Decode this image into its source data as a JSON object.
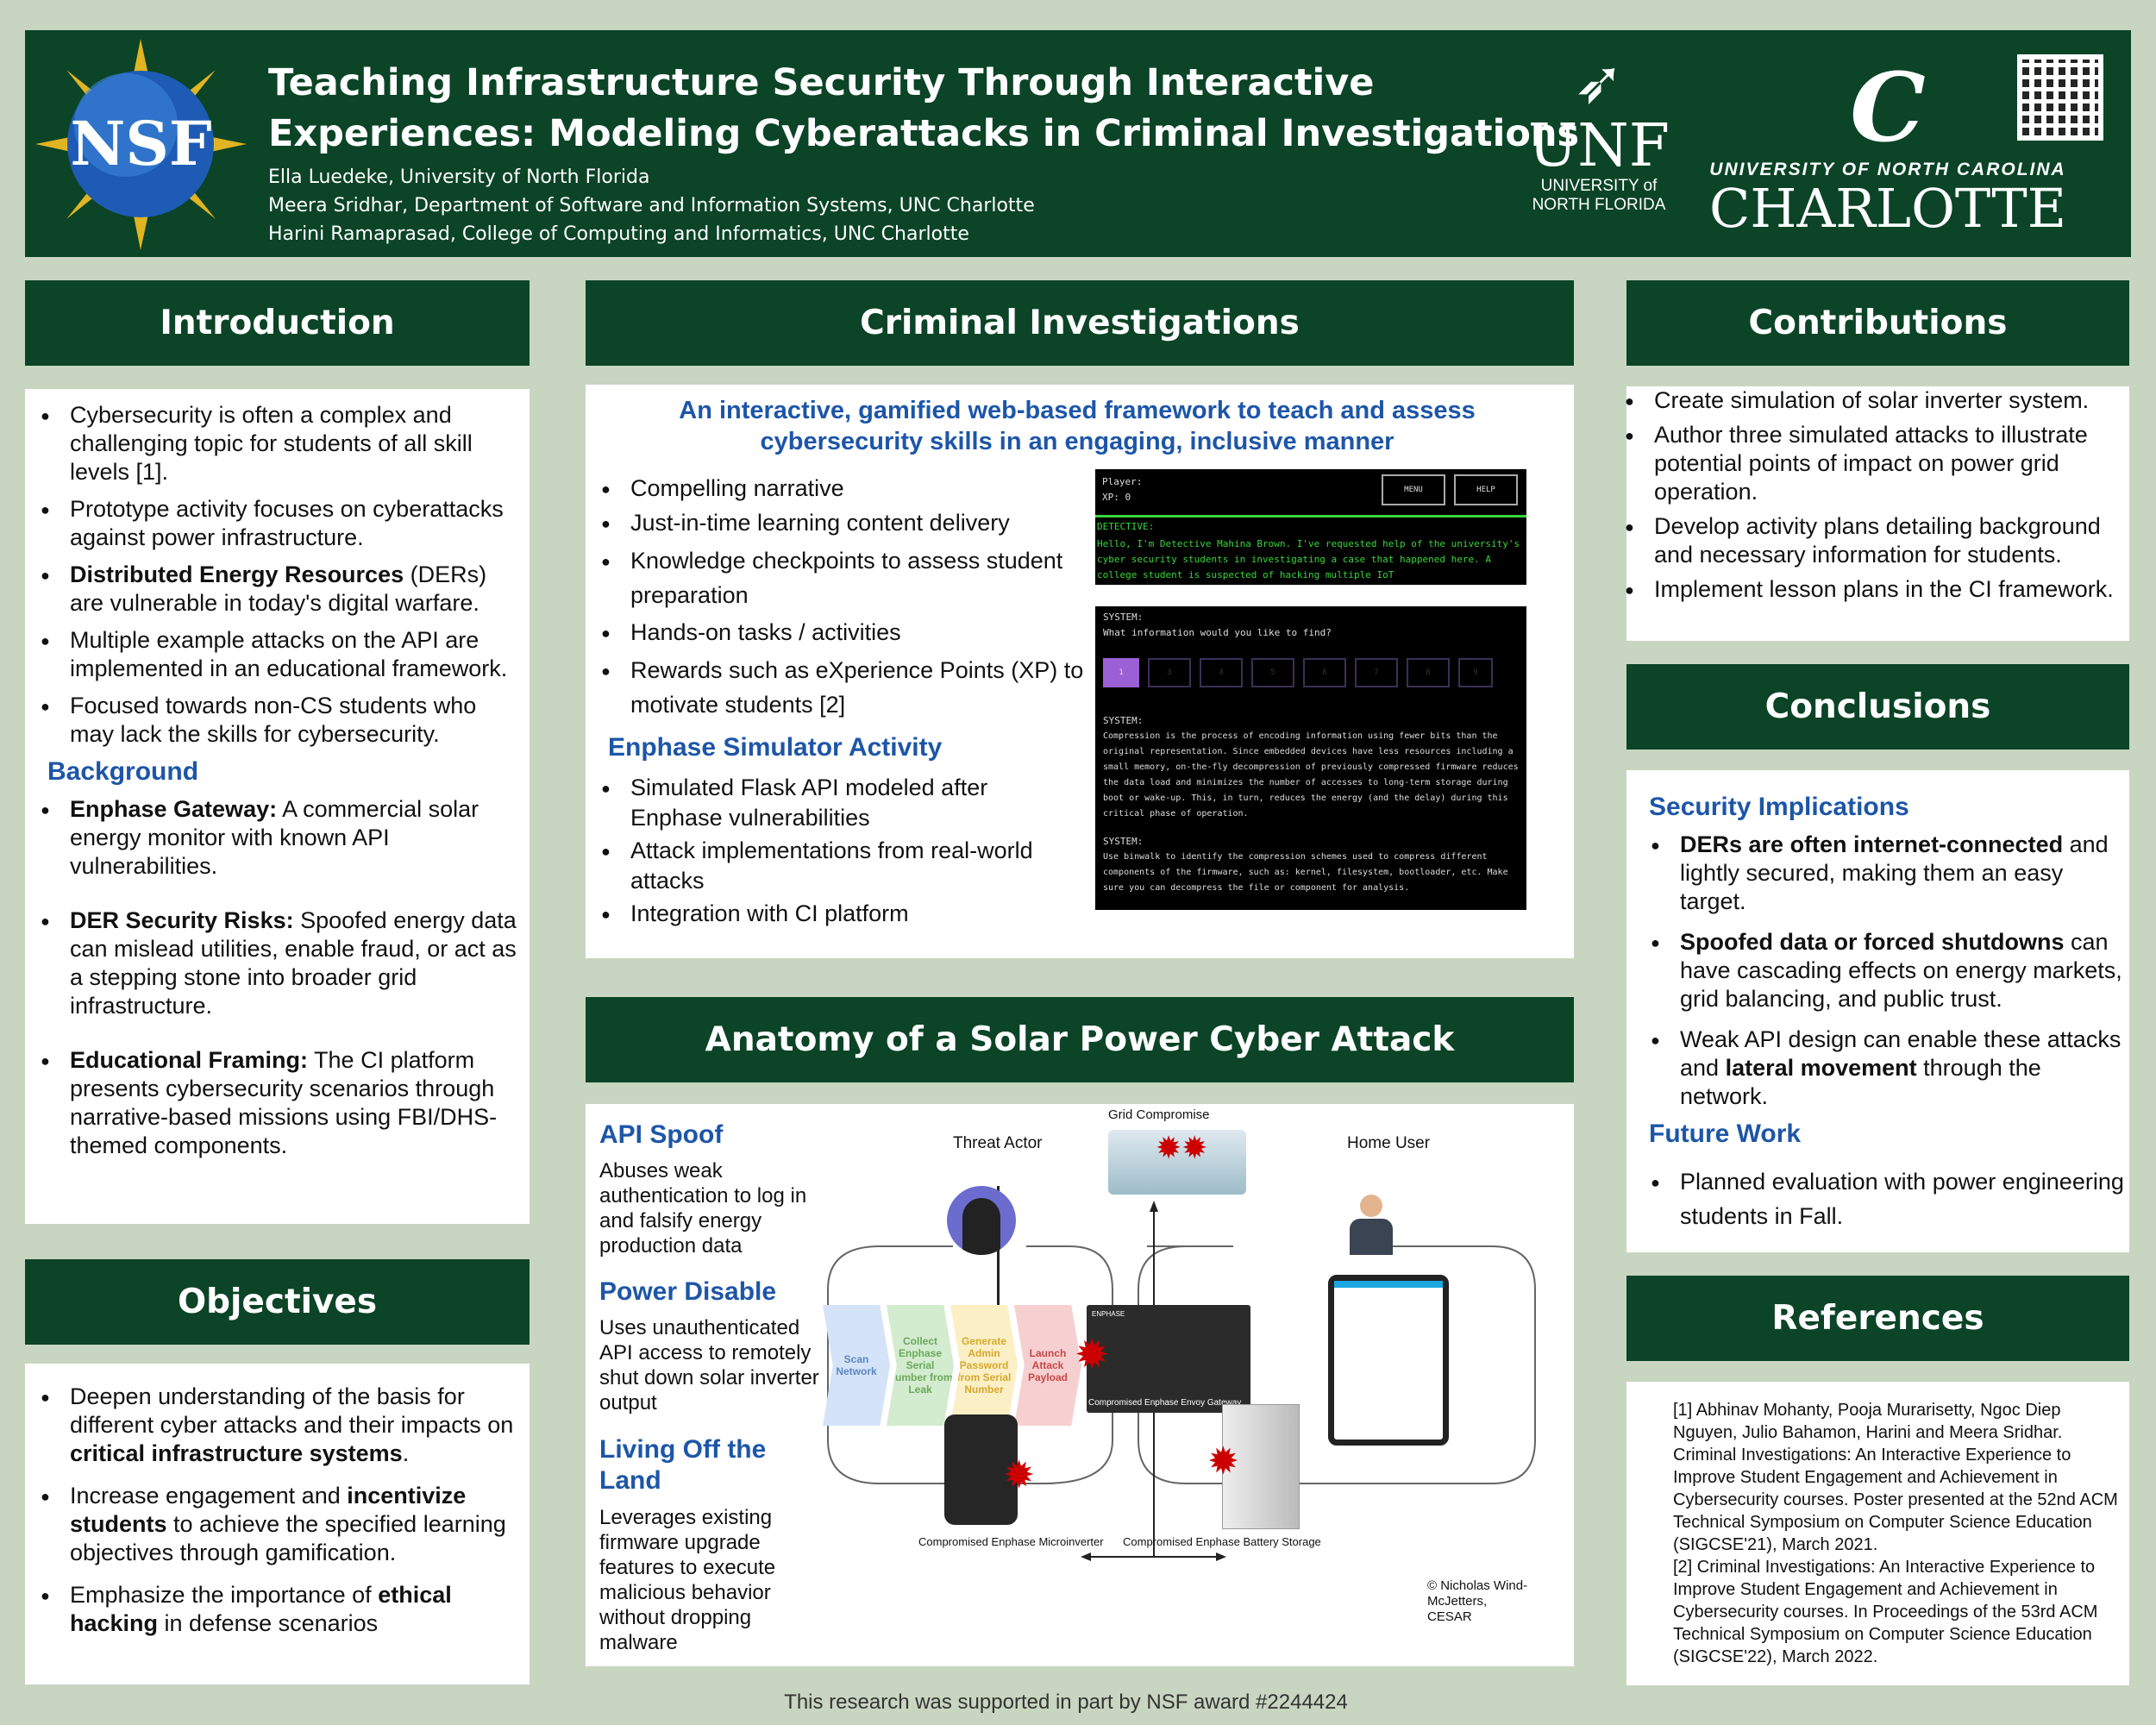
{
  "header": {
    "title_line1": "Teaching Infrastructure Security Through Interactive",
    "title_line2": "Experiences: Modeling Cyberattacks in Criminal Investigations",
    "authors": [
      "Ella Luedeke,  University of North Florida",
      "Meera Sridhar, Department of Software and Information Systems, UNC Charlotte",
      "Harini Ramaprasad, College of Computing and Informatics, UNC Charlotte"
    ],
    "nsf_logo": "NSF",
    "unf_logo": "UNF",
    "unf_sub1": "UNIVERSITY of",
    "unf_sub2": "NORTH FLORIDA",
    "uncc_sub": "UNIVERSITY OF NORTH CAROLINA",
    "uncc_logo": "CHARLOTTE"
  },
  "introduction": {
    "heading": "Introduction",
    "items": [
      {
        "bold": "",
        "text": "Cybersecurity is often a complex and challenging topic for students of all skill levels [1]."
      },
      {
        "bold": "",
        "text": "Prototype activity focuses on cyberattacks against power infrastructure."
      },
      {
        "bold": "Distributed Energy Resources",
        "text": " (DERs) are vulnerable in today's digital warfare."
      },
      {
        "bold": "",
        "text": "Multiple example attacks on the API are implemented in an educational framework."
      },
      {
        "bold": "",
        "text": "Focused towards non-CS students who may lack the skills for cybersecurity."
      }
    ],
    "background_heading": "Background",
    "background_items": [
      {
        "bold": "Enphase Gateway:",
        "text": " A commercial solar energy monitor with known API vulnerabilities."
      },
      {
        "bold": "DER Security Risks:",
        "text": " Spoofed energy data can mislead utilities, enable fraud, or act as a stepping stone into broader grid infrastructure."
      },
      {
        "bold": "Educational Framing:",
        "text": " The CI platform presents cybersecurity scenarios through narrative-based missions using FBI/DHS-themed components."
      }
    ]
  },
  "objectives": {
    "heading": "Objectives",
    "items": [
      {
        "a": "Deepen understanding of the basis for different cyber attacks and their impacts on ",
        "b": "critical infrastructure systems",
        "c": "."
      },
      {
        "a": "Increase engagement and ",
        "b": "incentivize students",
        "c": " to achieve the specified learning objectives through gamification."
      },
      {
        "a": "Emphasize the importance of ",
        "b": "ethical hacking",
        "c": " in defense scenarios"
      }
    ]
  },
  "criminal": {
    "heading": "Criminal Investigations",
    "tagline": "An interactive, gamified web-based framework to teach and assess cybersecurity skills in an engaging, inclusive manner",
    "items": [
      "Compelling narrative",
      "Just-in-time learning content delivery",
      "Knowledge checkpoints to assess student preparation",
      "Hands-on tasks / activities",
      "Rewards such as eXperience Points (XP) to motivate students [2]"
    ],
    "enphase_heading": "Enphase Simulator Activity",
    "enphase_items": [
      "Simulated Flask API modeled after Enphase vulnerabilities",
      "Attack implementations from real-world attacks",
      "Integration with CI platform"
    ],
    "terminal": {
      "player": "Player:",
      "xp": "XP: 0",
      "menu": "MENU",
      "help": "HELP",
      "detective_label": "DETECTIVE:",
      "detective_text": "Hello, I'm Detective Mahina Brown. I've requested help of the university's cyber security students in investigating a case that happened here. A college student is suspected of hacking multiple IoT",
      "system": "SYSTEM:",
      "question": "What information would you like to find?",
      "options": [
        "1",
        "3",
        "4",
        "5",
        "6",
        "7",
        "8",
        "9"
      ],
      "system_text1": "Compression is the process of encoding information using fewer bits than the original representation. Since embedded devices have less resources including a small memory, on-the-fly decompression of previously compressed firmware reduces the data load and minimizes the number of accesses to long-term storage during boot or wake-up. This, in turn, reduces the energy (and the delay) during this critical phase of operation.",
      "system_text2": "Use binwalk to identify the compression schemes used to compress different components of the firmware, such as: kernel, filesystem, bootloader, etc. Make sure you can decompress the file or component for analysis."
    }
  },
  "anatomy": {
    "heading": "Anatomy of a Solar Power Cyber Attack",
    "attacks": [
      {
        "title": "API Spoof",
        "text": "Abuses weak authentication to log in and falsify energy production data"
      },
      {
        "title": "Power Disable",
        "text": "Uses unauthenticated API access to remotely shut down solar inverter output"
      },
      {
        "title": "Living Off the Land",
        "text": "Leverages existing firmware upgrade features to execute malicious behavior without dropping malware"
      }
    ],
    "diagram": {
      "grid": "Grid Compromise",
      "threat": "Threat Actor",
      "home": "Home User",
      "steps": [
        "Scan Network",
        "Collect Enphase Serial Number from Leak",
        "Generate Admin Password from Serial Number",
        "Launch Attack Payload"
      ],
      "enphase": "ENPHASE",
      "gateway": "Compromised Enphase Envoy Gateway",
      "micro": "Compromised Enphase Microinverter",
      "battery": "Compromised Enphase Battery Storage",
      "credit": "© Nicholas Wind-McJetters, CESAR"
    }
  },
  "contributions": {
    "heading": "Contributions",
    "items": [
      "Create simulation of solar inverter system.",
      "Author three simulated attacks to illustrate potential points of impact on power grid operation.",
      "Develop activity plans detailing background and necessary information for students.",
      "Implement lesson plans in the CI framework."
    ]
  },
  "conclusions": {
    "heading": "Conclusions",
    "security_heading": "Security Implications",
    "items": [
      {
        "b": "DERs are often internet-connected",
        "a": " and lightly secured, making them an easy target.",
        "c": "",
        "d": ""
      },
      {
        "b": "Spoofed data or forced shutdowns",
        "a": " can have cascading effects on energy markets, grid balancing, and public trust.",
        "c": "",
        "d": ""
      },
      {
        "b": "",
        "a": "Weak API design can enable these attacks and ",
        "c": "lateral movement",
        "d": " through the network."
      }
    ],
    "future_heading": "Future Work",
    "future_items": [
      "Planned evaluation with power engineering students in Fall."
    ]
  },
  "references": {
    "heading": "References",
    "items": [
      "[1] Abhinav Mohanty, Pooja Murarisetty, Ngoc Diep Nguyen, Julio Bahamon, Harini and Meera Sridhar. Criminal Investigations: An Interactive Experience to Improve Student Engagement and Achievement in Cybersecurity courses. Poster presented at the 52nd ACM Technical Symposium on Computer Science Education (SIGCSE'21), March 2021.",
      "[2] Criminal Investigations: An Interactive Experience to Improve Student Engagement and Achievement in Cybersecurity courses. In Proceedings of the 53rd ACM Technical Symposium on Computer Science Education (SIGCSE'22), March 2022."
    ]
  },
  "footer": "This research was supported in part by NSF award #2244424"
}
